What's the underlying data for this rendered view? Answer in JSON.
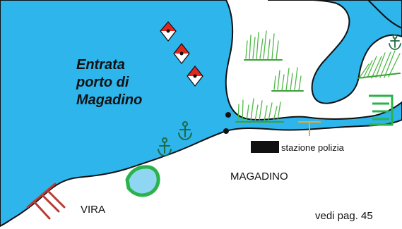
{
  "map": {
    "title_lines": [
      "Entrata",
      "porto di",
      "Magadino"
    ],
    "places": {
      "magadino": "MAGADINO",
      "vira": "VIRA"
    },
    "poi": {
      "police_station": "stazione polizia"
    },
    "page_ref": "vedi pag. 45",
    "colors": {
      "water": "#2db5ec",
      "land": "#ffffff",
      "shoreline": "#111111",
      "buoy_red": "#e0281f",
      "reed_green": "#4fb848",
      "anchor_green": "#1f6b45",
      "harbor_green": "#29b34a",
      "harbor_fill": "#8fd6f2",
      "pier_red": "#b83a32",
      "police_marker": "#111111",
      "police_line": "#f5a623"
    },
    "icons": [
      "red-white-diamond-buoy-icon",
      "anchor-icon",
      "reed-icon",
      "harbor-icon",
      "pier-icon",
      "dock-icon"
    ]
  }
}
